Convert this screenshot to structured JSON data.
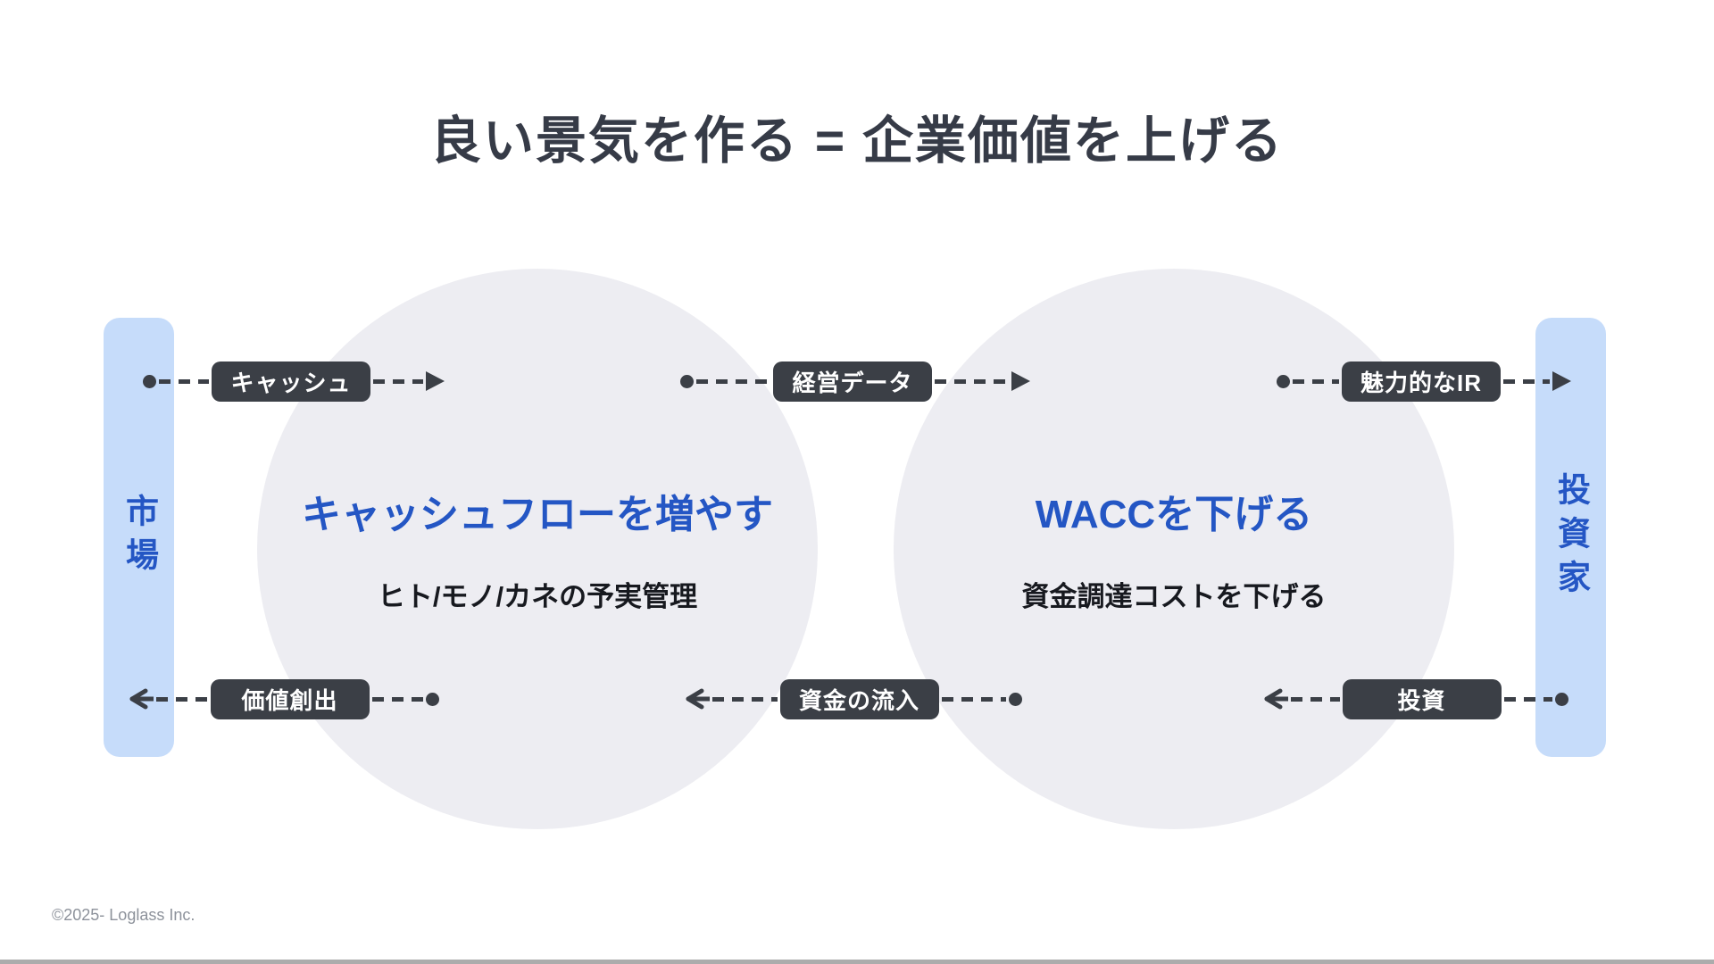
{
  "title": "良い景気を作る = 企業価値を上げる",
  "bars": {
    "market": {
      "label": "市場"
    },
    "investor": {
      "label": "投資家"
    }
  },
  "circles": {
    "left": {
      "heading": "キャッシュフローを増やす",
      "subtitle": "ヒト/モノ/カネの予実管理"
    },
    "right": {
      "heading": "WACCを下げる",
      "subtitle": "資金調達コストを下げる"
    }
  },
  "arrows": {
    "top_left": {
      "label": "キャッシュ",
      "direction": "right"
    },
    "top_center": {
      "label": "経営データ",
      "direction": "right"
    },
    "top_right": {
      "label": "魅力的なIR",
      "direction": "right"
    },
    "bottom_left": {
      "label": "価値創出",
      "direction": "left"
    },
    "bottom_center": {
      "label": "資金の流入",
      "direction": "left"
    },
    "bottom_right": {
      "label": "投資",
      "direction": "left"
    }
  },
  "footer": {
    "copyright": "©2025- Loglass Inc."
  },
  "colors": {
    "accent_blue": "#2456C4",
    "dark": "#3B3F46",
    "bar_fill": "#C6DCFA",
    "circle_fill": "#EDEDF2",
    "title_color": "#363B47",
    "subtitle_color": "#17191F",
    "footer_gray": "#8D929B",
    "bottom_edge": "#ACACAC",
    "label_text": "#FFFFFF"
  }
}
